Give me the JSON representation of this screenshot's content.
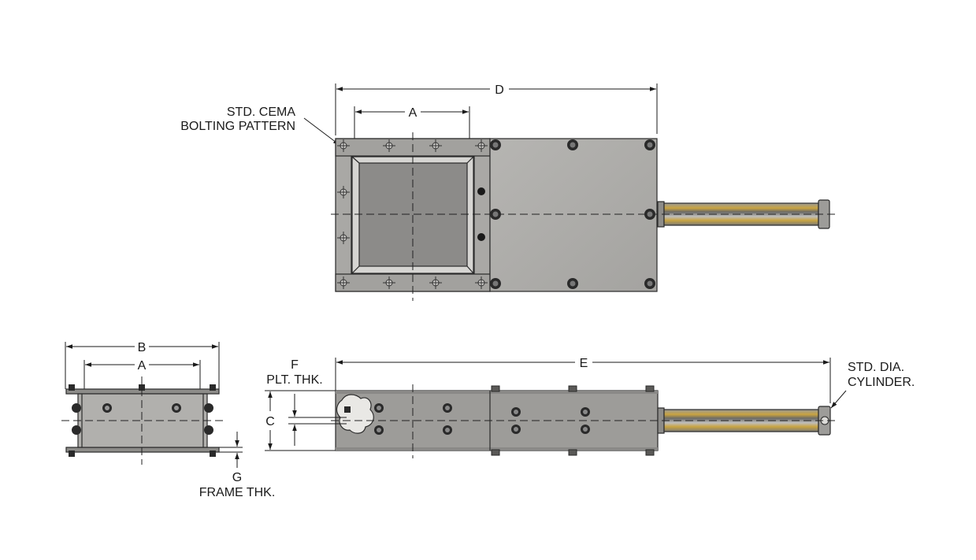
{
  "labels": {
    "dim_d": "D",
    "dim_a": "A",
    "dim_b": "B",
    "dim_e": "E",
    "dim_c": "C",
    "dim_f": "F",
    "plt_thk": "PLT. THK.",
    "dim_g": "G",
    "frame_thk": "FRAME THK.",
    "cema_line1": "STD. CEMA",
    "cema_line2": "BOLTING PATTERN",
    "cyl_line1": "STD. DIA.",
    "cyl_line2": "CYLINDER."
  },
  "colors": {
    "frame": "#a7a6a3",
    "bonnet": "#b0afac",
    "opening": "#8a8987",
    "steel_dark": "#7f7e7c",
    "rod_gold": "#c9a441",
    "ink": "#1a1a1a"
  }
}
